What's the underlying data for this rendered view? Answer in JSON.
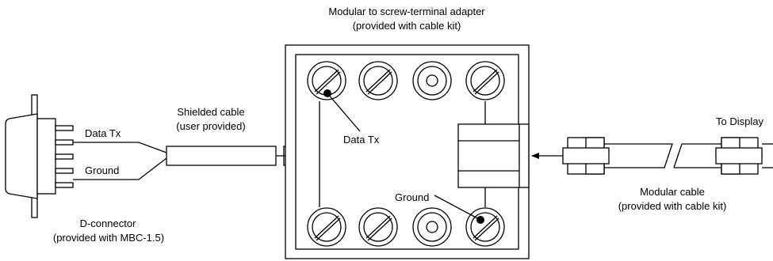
{
  "adapter": {
    "title": "Modular to screw-terminal adapter",
    "subtitle": "(provided with cable kit)",
    "data_tx_label": "Data Tx",
    "ground_label": "Ground"
  },
  "d_connector": {
    "title": "D-connector",
    "subtitle": "(provided with MBC-1.5)",
    "pin_data_tx": "Data Tx",
    "pin_ground": "Ground"
  },
  "shielded_cable": {
    "title": "Shielded cable",
    "subtitle": "(user provided)"
  },
  "modular_cable": {
    "title": "Modular cable",
    "subtitle": "(provided with cable kit)",
    "to_display": "To Display"
  }
}
